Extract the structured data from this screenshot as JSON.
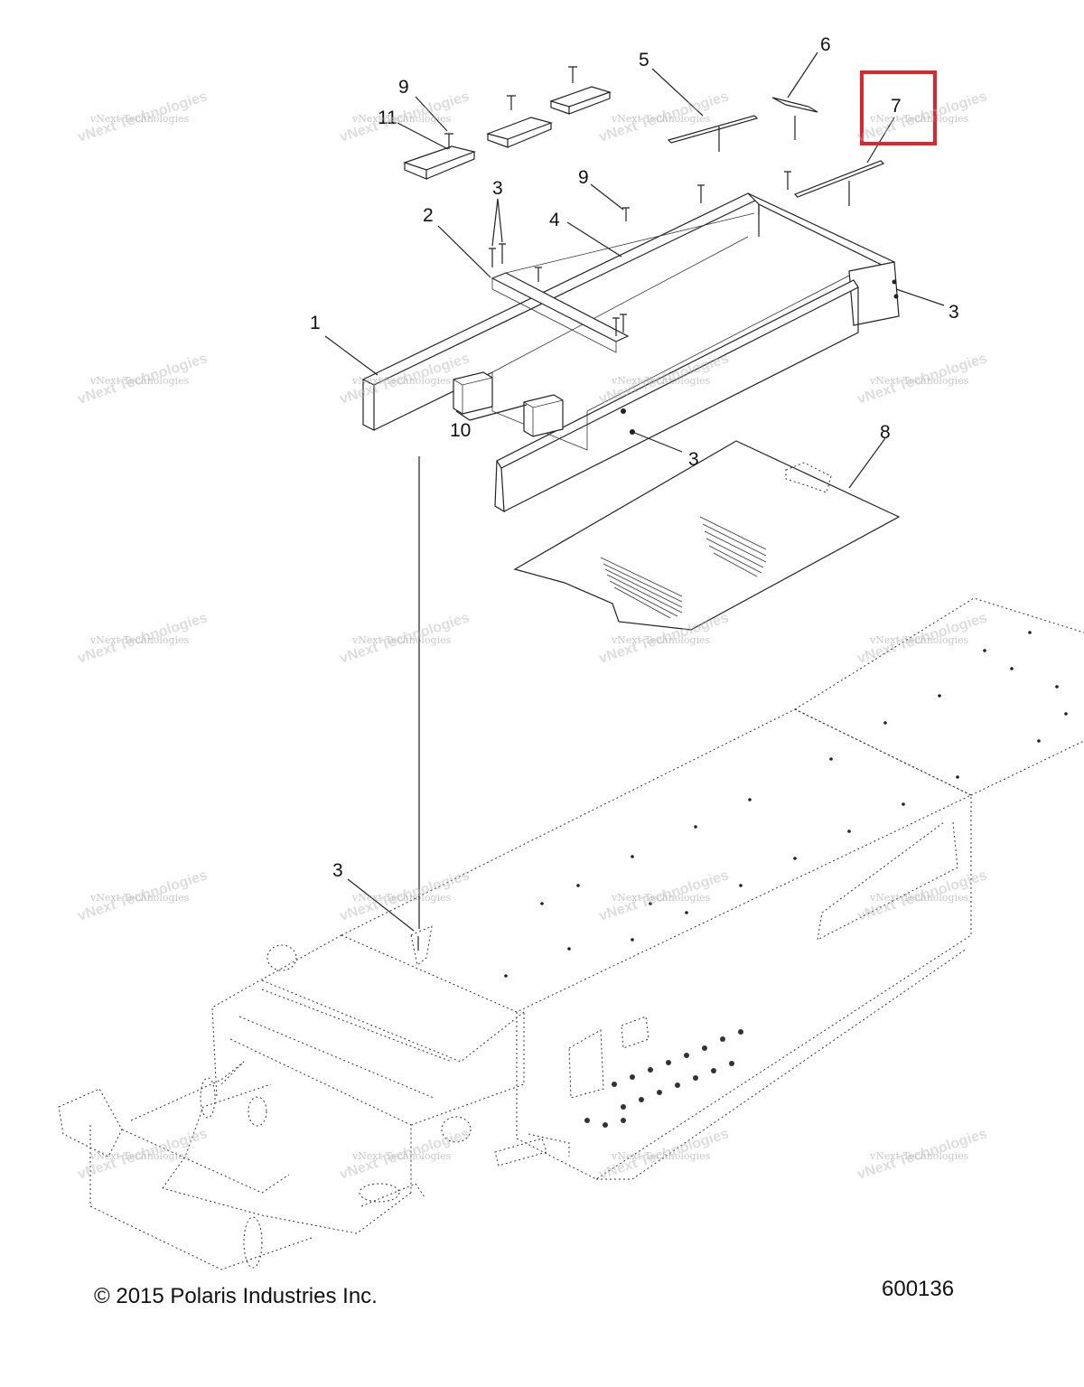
{
  "callouts": {
    "c1": "1",
    "c2": "2",
    "c3a": "3",
    "c3b": "3",
    "c3c": "3",
    "c3d": "3",
    "c4": "4",
    "c5": "5",
    "c6": "6",
    "c7": "7",
    "c8": "8",
    "c9a": "9",
    "c9b": "9",
    "c10": "10",
    "c11": "11"
  },
  "watermark": {
    "line1": "vNext Technologies",
    "line2": "vNext Technologies"
  },
  "footer": {
    "copyright": "© 2015 Polaris Industries Inc.",
    "figure_number": "600136"
  },
  "highlight": {
    "color": "#e0242b",
    "target": "7"
  }
}
